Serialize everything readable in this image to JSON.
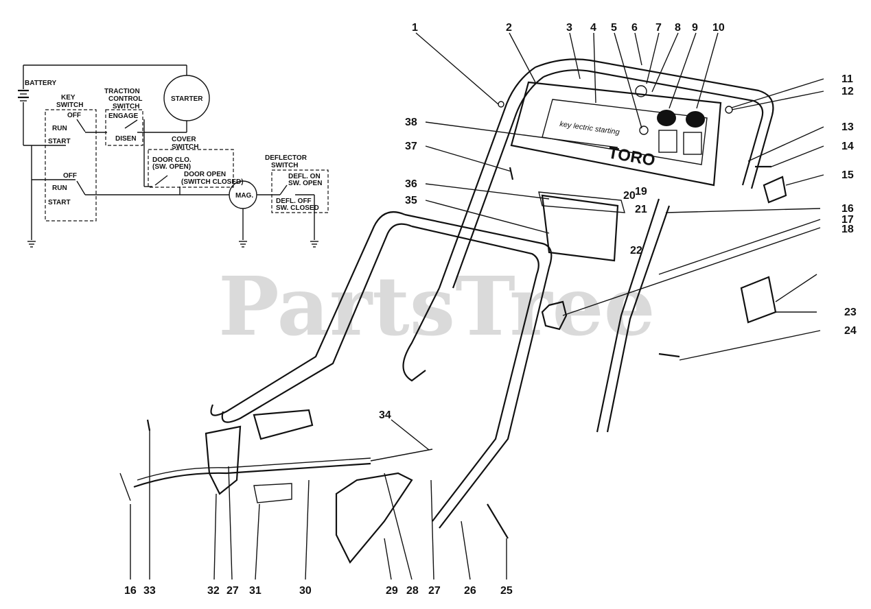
{
  "watermark": "PartsTree",
  "panel_brand": "TORO",
  "panel_text": "key lectric starting",
  "wiring": {
    "battery": "BATTERY",
    "starter": "STARTER",
    "key_switch": [
      "KEY",
      "SWITCH"
    ],
    "key_positions_top": [
      "OFF",
      "RUN",
      "START"
    ],
    "key_positions_bottom": [
      "OFF",
      "RUN",
      "START"
    ],
    "traction_switch": [
      "TRACTION",
      "CONTROL",
      "SWITCH"
    ],
    "engage": "ENGAGE",
    "disen": "DISEN",
    "cover_switch": [
      "COVER",
      "SWITCH"
    ],
    "door_closed": [
      "DOOR CLO.",
      "(SW. OPEN)"
    ],
    "door_open": [
      "DOOR OPEN",
      "(SWITCH CLOSED)"
    ],
    "mag": "MAG.",
    "deflector_switch": [
      "DEFLECTOR",
      "SWITCH"
    ],
    "defl_on": [
      "DEFL. ON",
      "SW. OPEN"
    ],
    "defl_off": [
      "DEFL. OFF",
      "SW. CLOSED"
    ]
  },
  "callouts": [
    "1",
    "2",
    "3",
    "4",
    "5",
    "6",
    "7",
    "8",
    "9",
    "10",
    "11",
    "12",
    "13",
    "14",
    "15",
    "16",
    "17",
    "18",
    "19",
    "20",
    "21",
    "22",
    "23",
    "24",
    "16",
    "33",
    "32",
    "27",
    "31",
    "30",
    "34",
    "29",
    "28",
    "27",
    "26",
    "25",
    "35",
    "36",
    "37",
    "38"
  ]
}
